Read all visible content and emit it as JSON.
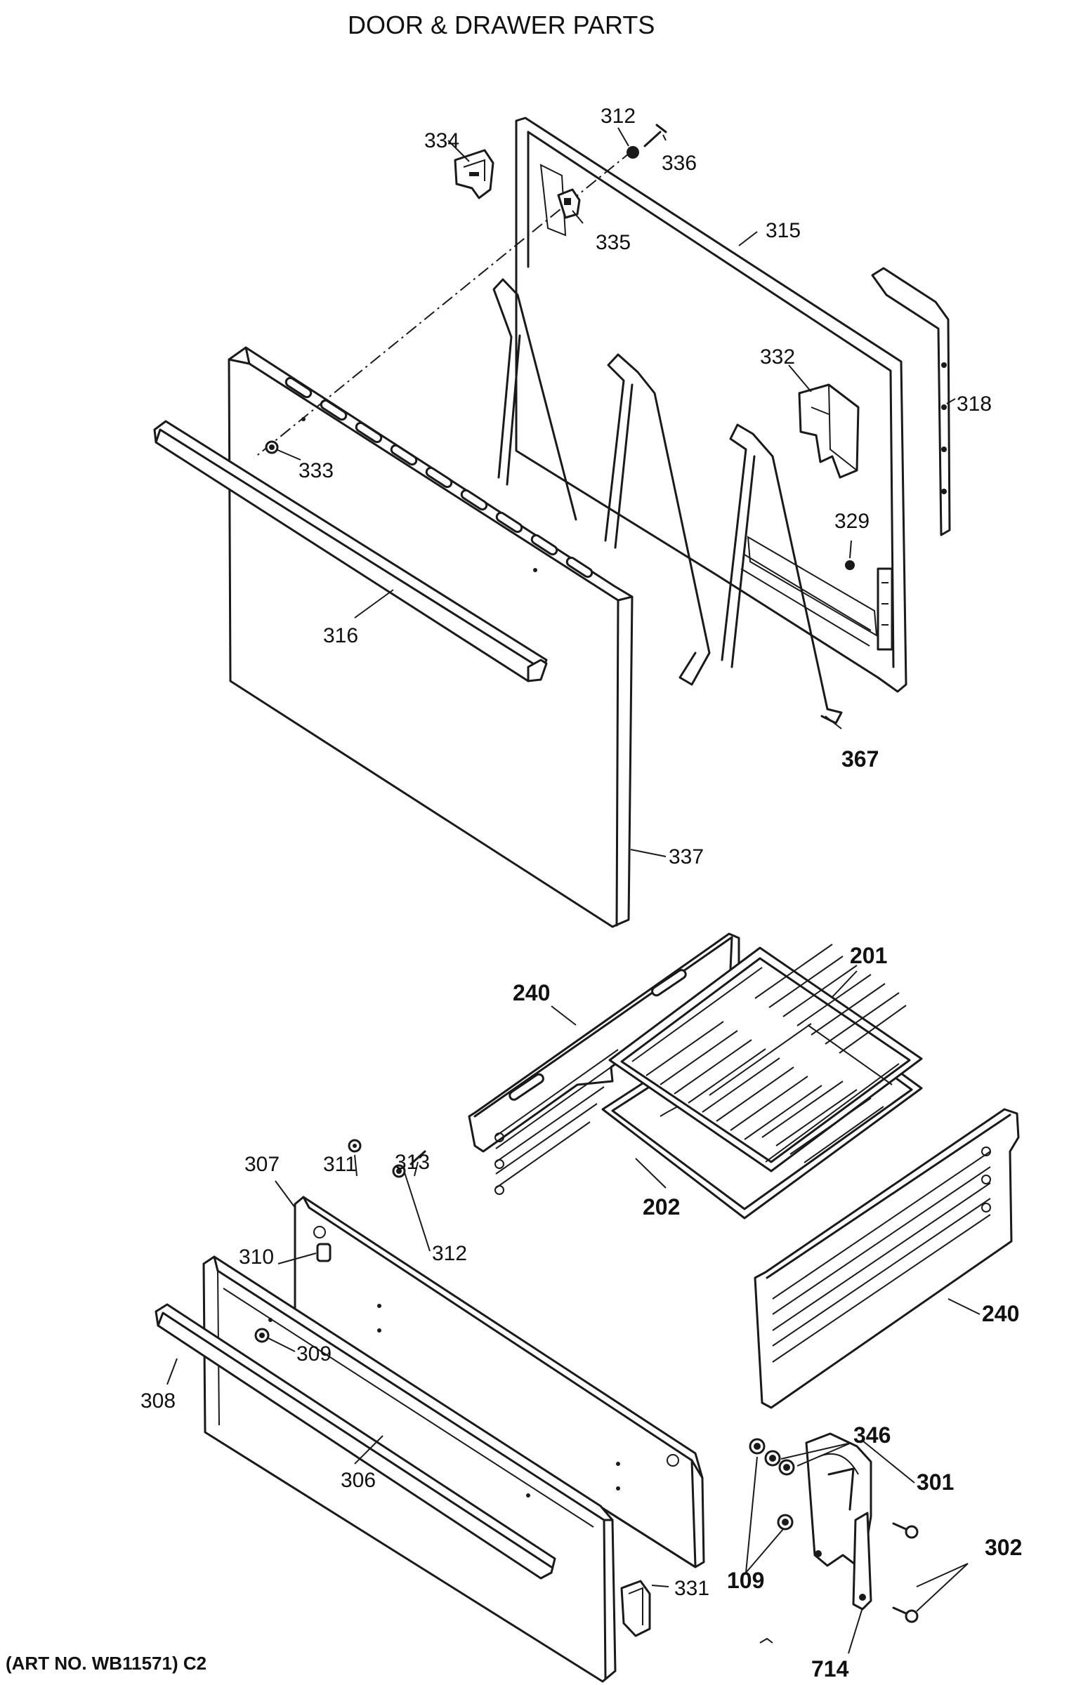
{
  "title": "DOOR & DRAWER PARTS",
  "art_number": "(ART NO. WB11571) C2",
  "parts": [
    {
      "id": "312",
      "label": "312"
    },
    {
      "id": "334",
      "label": "334"
    },
    {
      "id": "336",
      "label": "336"
    },
    {
      "id": "335",
      "label": "335"
    },
    {
      "id": "315",
      "label": "315"
    },
    {
      "id": "318",
      "label": "318"
    },
    {
      "id": "332",
      "label": "332"
    },
    {
      "id": "333",
      "label": "333"
    },
    {
      "id": "329",
      "label": "329"
    },
    {
      "id": "316",
      "label": "316"
    },
    {
      "id": "367",
      "label": "367"
    },
    {
      "id": "337",
      "label": "337"
    },
    {
      "id": "201",
      "label": "201"
    },
    {
      "id": "240a",
      "label": "240"
    },
    {
      "id": "202",
      "label": "202"
    },
    {
      "id": "240b",
      "label": "240"
    },
    {
      "id": "307",
      "label": "307"
    },
    {
      "id": "311",
      "label": "311"
    },
    {
      "id": "313",
      "label": "313"
    },
    {
      "id": "312b",
      "label": "312"
    },
    {
      "id": "310",
      "label": "310"
    },
    {
      "id": "309",
      "label": "309"
    },
    {
      "id": "308",
      "label": "308"
    },
    {
      "id": "306",
      "label": "306"
    },
    {
      "id": "346",
      "label": "346"
    },
    {
      "id": "301",
      "label": "301"
    },
    {
      "id": "302",
      "label": "302"
    },
    {
      "id": "109",
      "label": "109"
    },
    {
      "id": "331",
      "label": "331"
    },
    {
      "id": "714",
      "label": "714"
    }
  ]
}
